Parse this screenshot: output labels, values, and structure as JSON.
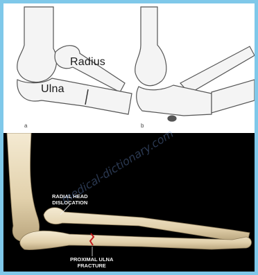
{
  "top_panel": {
    "label_radius": "Radius",
    "label_ulna": "Ulna",
    "figure_mark_a": "a",
    "figure_mark_b": "b"
  },
  "bottom_panel": {
    "label_radial_head": "RADIAL HEAD\nDISLOCATION",
    "label_proximal_ulna": "PROXIMAL ULNA\nFRACTURE",
    "watermark": "medical-dictionary.com"
  },
  "colors": {
    "frame_border": "#7fc8e9",
    "bone_fill": "#e9dcc0",
    "fracture_red": "#c0171c"
  }
}
